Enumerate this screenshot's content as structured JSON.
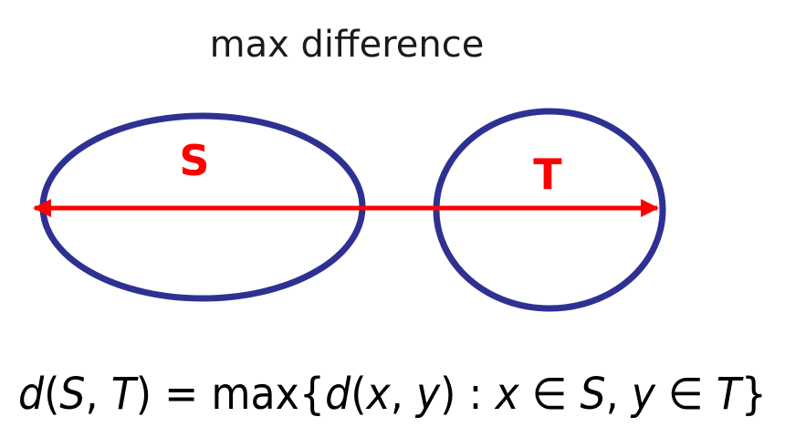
{
  "title": "max difference",
  "sets": {
    "s": {
      "label": "S"
    },
    "t": {
      "label": "T"
    }
  },
  "formula": {
    "lhs_d": "d",
    "lhs_open": "(",
    "lhs_s": "S",
    "lhs_comma": ", ",
    "lhs_t": "T",
    "lhs_close": ")",
    "equals": " = ",
    "max": "max",
    "brace_open": "{",
    "d": "d",
    "open": "(",
    "x": "x",
    "comma1": ", ",
    "y": "y",
    "close": ")",
    "colon": " : ",
    "x2": "x",
    "in1": " ∈ ",
    "s": "S",
    "comma2": ", ",
    "y2": "y",
    "in2": " ∈ ",
    "t": "T",
    "brace_close": "}"
  },
  "colors": {
    "ellipse_stroke": "#2e3192",
    "arrow": "#ff0000",
    "label": "#ff0000"
  }
}
